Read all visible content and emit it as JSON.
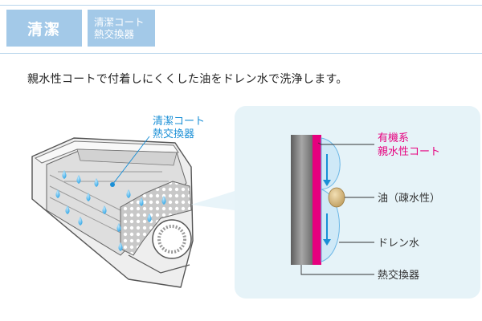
{
  "header": {
    "tag_main": "清潔",
    "tag_sub_line1": "清潔コート",
    "tag_sub_line2": "熱交換器"
  },
  "lead": "親水性コートで付着しにくくした油をドレン水で洗浄します。",
  "unit_callout": {
    "line1": "清潔コート",
    "line2": "熱交換器"
  },
  "detail_labels": {
    "coat_line1": "有機系",
    "coat_line2": "親水性コート",
    "oil": "油（疎水性）",
    "drain": "ドレン水",
    "exchanger": "熱交換器"
  },
  "colors": {
    "accent_blue": "#1a8fd6",
    "coat_pink": "#e6007e",
    "tag_blue": "#a3c9e8",
    "panel_bg": "#e6f3f8"
  }
}
